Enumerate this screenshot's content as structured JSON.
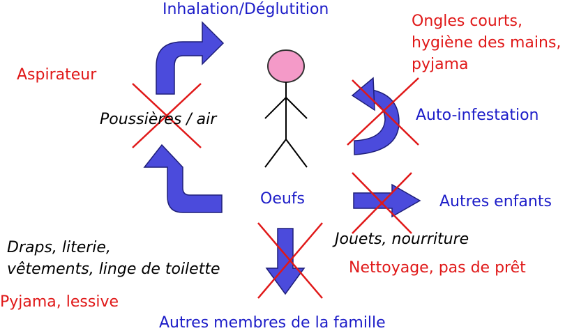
{
  "colors": {
    "arrow_fill": "#4b4bdc",
    "arrow_stroke": "#1e1e78",
    "cross": "#e01818",
    "head_fill": "#f49ac8",
    "blue_text": "#1c1cc8",
    "red_text": "#e01818"
  },
  "labels": {
    "inhalation": "Inhalation/Déglutition",
    "aspirateur": "Aspirateur",
    "poussieres": "Poussières / air",
    "ongles": "Ongles courts,\nhygiène des mains,\npyjama",
    "auto_infestation": "Auto-infestation",
    "oeufs": "Oeufs",
    "autres_enfants": "Autres enfants",
    "draps": "Draps, literie,\nvêtements, linge de toilette",
    "jouets": "Jouets, nourriture",
    "nettoyage": "Nettoyage, pas de prêt",
    "pyjama_lessive": "Pyjama, lessive",
    "autres_membres": "Autres membres de la famille"
  }
}
